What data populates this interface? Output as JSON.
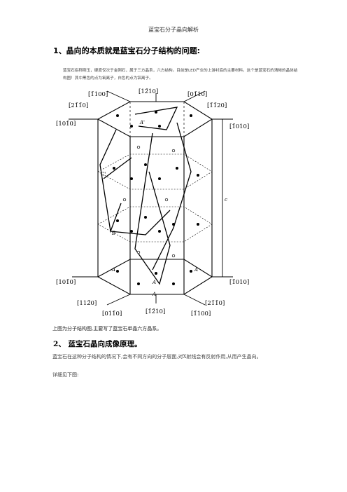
{
  "header": {
    "title": "蓝宝石分子晶向解析"
  },
  "section1": {
    "heading": "1、晶向的本质就是蓝宝石分子结构的问题:",
    "paragraph": "蓝宝石俗称刚玉，硬度仅次于金刚石，属于三方晶系，六方结构。目前是LED产业的上游衬底的主要材料。这个是蓝宝石的清晰的晶体结构图！其中黑色的点为氧离子，白色的点为铝离子。"
  },
  "figure": {
    "labels": {
      "top_left_1": "[1̄100]",
      "top_mid": "[12̄10]",
      "top_right_1": "[01̄10]",
      "top_left_2": "[21̄1̄0]",
      "top_right_2": "[1̄1̄20]",
      "left_upper": "[101̄0]",
      "right_upper": "[1̄010]",
      "left_lower": "[101̄0]",
      "right_lower": "[1̄010]",
      "bot_left_1": "[112̄0]",
      "bot_left_2": "[011̄0]",
      "bot_mid": "[1̄2̄10]",
      "bot_right_1": "[21̄1̄0]",
      "bot_right_2": "[1̄100]",
      "pt_A_top": "A'",
      "pt_C": "C'",
      "pt_B": "B",
      "pt_A1": "A",
      "pt_A2": "A",
      "pt_A3": "A",
      "pt_A": "A",
      "c_axis": "c"
    }
  },
  "caption1": "上图为分子结构图,主要写了蓝宝石单晶六方晶系。",
  "section2": {
    "heading": "2、 蓝宝石晶向成像原理。",
    "paragraph": "蓝宝石在这种分子结构的情况下,会有不同方向的分子层面,对X射线会有反射作用,从而产生晶向。",
    "detail": "详细见下图:"
  }
}
